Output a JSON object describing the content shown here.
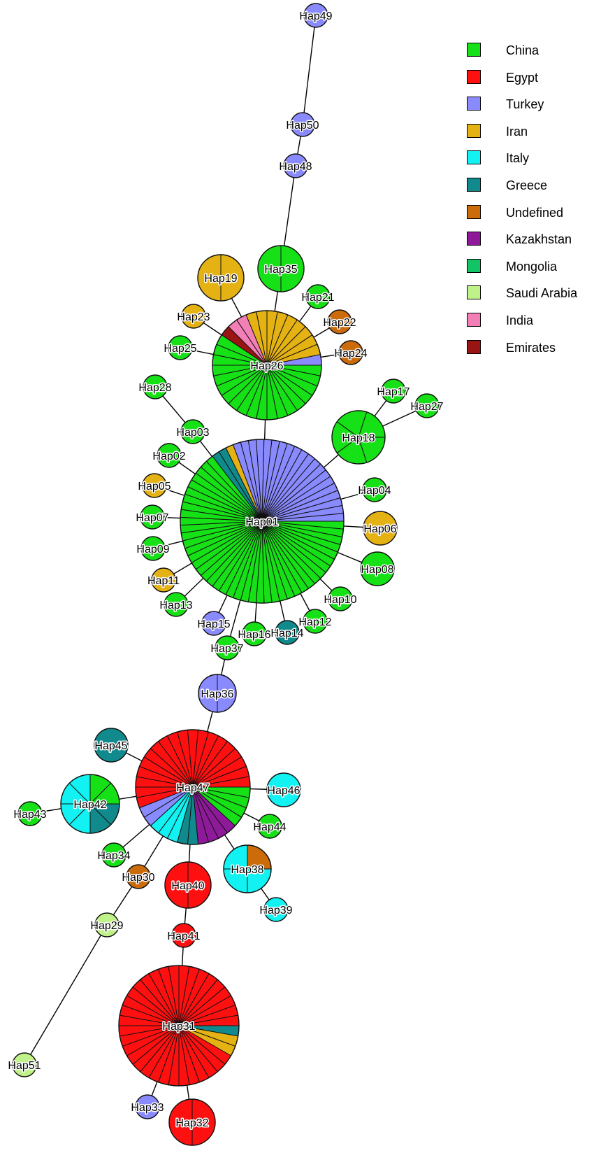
{
  "legend": [
    {
      "label": "China",
      "color": "#16e016"
    },
    {
      "label": "Egypt",
      "color": "#ff1010"
    },
    {
      "label": "Turkey",
      "color": "#8a8aff"
    },
    {
      "label": "Iran",
      "color": "#e5b214"
    },
    {
      "label": "Italy",
      "color": "#12f2f2"
    },
    {
      "label": "Greece",
      "color": "#108a8c"
    },
    {
      "label": "Undefined",
      "color": "#cc6b0a"
    },
    {
      "label": "Kazakhstan",
      "color": "#8e1a9a"
    },
    {
      "label": "Mongolia",
      "color": "#12c466"
    },
    {
      "label": "Saudi Arabia",
      "color": "#bff288"
    },
    {
      "label": "India",
      "color": "#f27fb6"
    },
    {
      "label": "Emirates",
      "color": "#9a1414"
    }
  ],
  "haplotypes": [
    {
      "id": "Hap49",
      "composition": [
        {
          "country": "Turkey",
          "count": 1
        }
      ]
    },
    {
      "id": "Hap50",
      "composition": [
        {
          "country": "Turkey",
          "count": 1
        }
      ]
    },
    {
      "id": "Hap48",
      "composition": [
        {
          "country": "Turkey",
          "count": 1
        }
      ]
    },
    {
      "id": "Hap35",
      "composition": [
        {
          "country": "China",
          "count": 2
        }
      ]
    },
    {
      "id": "Hap19",
      "composition": [
        {
          "country": "Iran",
          "count": 2
        }
      ]
    },
    {
      "id": "Hap21",
      "composition": [
        {
          "country": "China",
          "count": 1
        }
      ]
    },
    {
      "id": "Hap22",
      "composition": [
        {
          "country": "Undefined",
          "count": 1
        }
      ]
    },
    {
      "id": "Hap23",
      "composition": [
        {
          "country": "Iran",
          "count": 1
        }
      ]
    },
    {
      "id": "Hap24",
      "composition": [
        {
          "country": "Undefined",
          "count": 1
        }
      ]
    },
    {
      "id": "Hap25",
      "composition": [
        {
          "country": "China",
          "count": 1
        }
      ]
    },
    {
      "id": "Hap26",
      "composition": [
        {
          "country": "China",
          "count": 19
        },
        {
          "country": "Emirates",
          "count": 1
        },
        {
          "country": "India",
          "count": 2
        },
        {
          "country": "Iran",
          "count": 9
        },
        {
          "country": "Turkey",
          "count": 1
        }
      ]
    },
    {
      "id": "Hap28",
      "composition": [
        {
          "country": "China",
          "count": 1
        }
      ]
    },
    {
      "id": "Hap03",
      "composition": [
        {
          "country": "China",
          "count": 1
        }
      ]
    },
    {
      "id": "Hap17",
      "composition": [
        {
          "country": "China",
          "count": 1
        }
      ]
    },
    {
      "id": "Hap27",
      "composition": [
        {
          "country": "China",
          "count": 1
        }
      ]
    },
    {
      "id": "Hap18",
      "composition": [
        {
          "country": "China",
          "count": 5
        }
      ]
    },
    {
      "id": "Hap02",
      "composition": [
        {
          "country": "China",
          "count": 1
        }
      ]
    },
    {
      "id": "Hap05",
      "composition": [
        {
          "country": "Iran",
          "count": 1
        }
      ]
    },
    {
      "id": "Hap04",
      "composition": [
        {
          "country": "China",
          "count": 1
        }
      ]
    },
    {
      "id": "Hap06",
      "composition": [
        {
          "country": "Iran",
          "count": 1
        }
      ]
    },
    {
      "id": "Hap07",
      "composition": [
        {
          "country": "China",
          "count": 1
        }
      ]
    },
    {
      "id": "Hap01",
      "composition": [
        {
          "country": "China",
          "count": 42
        },
        {
          "country": "Greece",
          "count": 2
        },
        {
          "country": "Iran",
          "count": 1
        },
        {
          "country": "Turkey",
          "count": 20
        }
      ]
    },
    {
      "id": "Hap09",
      "composition": [
        {
          "country": "China",
          "count": 1
        }
      ]
    },
    {
      "id": "Hap08",
      "composition": [
        {
          "country": "China",
          "count": 1
        }
      ]
    },
    {
      "id": "Hap11",
      "composition": [
        {
          "country": "Iran",
          "count": 1
        }
      ]
    },
    {
      "id": "Hap10",
      "composition": [
        {
          "country": "China",
          "count": 1
        }
      ]
    },
    {
      "id": "Hap13",
      "composition": [
        {
          "country": "China",
          "count": 1
        }
      ]
    },
    {
      "id": "Hap12",
      "composition": [
        {
          "country": "China",
          "count": 1
        }
      ]
    },
    {
      "id": "Hap15",
      "composition": [
        {
          "country": "Turkey",
          "count": 1
        }
      ]
    },
    {
      "id": "Hap16",
      "composition": [
        {
          "country": "China",
          "count": 1
        }
      ]
    },
    {
      "id": "Hap14",
      "composition": [
        {
          "country": "Greece",
          "count": 1
        }
      ]
    },
    {
      "id": "Hap37",
      "composition": [
        {
          "country": "China",
          "count": 1
        }
      ]
    },
    {
      "id": "Hap36",
      "composition": [
        {
          "country": "Turkey",
          "count": 2
        }
      ]
    },
    {
      "id": "Hap45",
      "composition": [
        {
          "country": "Greece",
          "count": 1
        }
      ]
    },
    {
      "id": "Hap47",
      "composition": [
        {
          "country": "China",
          "count": 4
        },
        {
          "country": "Kazakhstan",
          "count": 4
        },
        {
          "country": "Greece",
          "count": 2
        },
        {
          "country": "Italy",
          "count": 3
        },
        {
          "country": "Turkey",
          "count": 2
        },
        {
          "country": "Egypt",
          "count": 19
        }
      ]
    },
    {
      "id": "Hap46",
      "composition": [
        {
          "country": "Italy",
          "count": 1
        }
      ]
    },
    {
      "id": "Hap42",
      "composition": [
        {
          "country": "China",
          "count": 2
        },
        {
          "country": "Greece",
          "count": 2
        },
        {
          "country": "Italy",
          "count": 4
        }
      ]
    },
    {
      "id": "Hap43",
      "composition": [
        {
          "country": "China",
          "count": 1
        }
      ]
    },
    {
      "id": "Hap44",
      "composition": [
        {
          "country": "China",
          "count": 1
        }
      ]
    },
    {
      "id": "Hap34",
      "composition": [
        {
          "country": "China",
          "count": 1
        }
      ]
    },
    {
      "id": "Hap30",
      "composition": [
        {
          "country": "Undefined",
          "count": 1
        }
      ]
    },
    {
      "id": "Hap38",
      "composition": [
        {
          "country": "Undefined",
          "count": 1
        },
        {
          "country": "Italy",
          "count": 3
        }
      ]
    },
    {
      "id": "Hap40",
      "composition": [
        {
          "country": "Egypt",
          "count": 2
        }
      ]
    },
    {
      "id": "Hap29",
      "composition": [
        {
          "country": "Saudi Arabia",
          "count": 1
        }
      ]
    },
    {
      "id": "Hap39",
      "composition": [
        {
          "country": "Italy",
          "count": 1
        }
      ]
    },
    {
      "id": "Hap41",
      "composition": [
        {
          "country": "Egypt",
          "count": 1
        }
      ]
    },
    {
      "id": "Hap31",
      "composition": [
        {
          "country": "Greece",
          "count": 1
        },
        {
          "country": "Iran",
          "count": 2
        },
        {
          "country": "Egypt",
          "count": 33
        }
      ]
    },
    {
      "id": "Hap51",
      "composition": [
        {
          "country": "Saudi Arabia",
          "count": 1
        }
      ]
    },
    {
      "id": "Hap33",
      "composition": [
        {
          "country": "Turkey",
          "count": 1
        }
      ]
    },
    {
      "id": "Hap32",
      "composition": [
        {
          "country": "Egypt",
          "count": 2
        }
      ]
    }
  ],
  "links": [
    [
      "Hap49",
      "Hap50"
    ],
    [
      "Hap50",
      "Hap48"
    ],
    [
      "Hap48",
      "Hap35"
    ],
    [
      "Hap35",
      "Hap26"
    ],
    [
      "Hap19",
      "Hap26"
    ],
    [
      "Hap21",
      "Hap26"
    ],
    [
      "Hap22",
      "Hap26"
    ],
    [
      "Hap23",
      "Hap26"
    ],
    [
      "Hap24",
      "Hap26"
    ],
    [
      "Hap25",
      "Hap26"
    ],
    [
      "Hap26",
      "Hap01"
    ],
    [
      "Hap28",
      "Hap03"
    ],
    [
      "Hap03",
      "Hap01"
    ],
    [
      "Hap17",
      "Hap18"
    ],
    [
      "Hap27",
      "Hap18"
    ],
    [
      "Hap18",
      "Hap01"
    ],
    [
      "Hap02",
      "Hap01"
    ],
    [
      "Hap05",
      "Hap01"
    ],
    [
      "Hap04",
      "Hap01"
    ],
    [
      "Hap06",
      "Hap01"
    ],
    [
      "Hap07",
      "Hap01"
    ],
    [
      "Hap09",
      "Hap01"
    ],
    [
      "Hap08",
      "Hap01"
    ],
    [
      "Hap11",
      "Hap01"
    ],
    [
      "Hap10",
      "Hap01"
    ],
    [
      "Hap13",
      "Hap01"
    ],
    [
      "Hap12",
      "Hap01"
    ],
    [
      "Hap15",
      "Hap01"
    ],
    [
      "Hap16",
      "Hap01"
    ],
    [
      "Hap14",
      "Hap01"
    ],
    [
      "Hap37",
      "Hap01"
    ],
    [
      "Hap36",
      "Hap37"
    ],
    [
      "Hap36",
      "Hap47"
    ],
    [
      "Hap45",
      "Hap47"
    ],
    [
      "Hap46",
      "Hap47"
    ],
    [
      "Hap42",
      "Hap47"
    ],
    [
      "Hap43",
      "Hap42"
    ],
    [
      "Hap44",
      "Hap47"
    ],
    [
      "Hap34",
      "Hap47"
    ],
    [
      "Hap30",
      "Hap47"
    ],
    [
      "Hap29",
      "Hap30"
    ],
    [
      "Hap51",
      "Hap29"
    ],
    [
      "Hap38",
      "Hap47"
    ],
    [
      "Hap39",
      "Hap38"
    ],
    [
      "Hap40",
      "Hap47"
    ],
    [
      "Hap41",
      "Hap40"
    ],
    [
      "Hap31",
      "Hap41"
    ],
    [
      "Hap33",
      "Hap31"
    ],
    [
      "Hap32",
      "Hap31"
    ]
  ]
}
